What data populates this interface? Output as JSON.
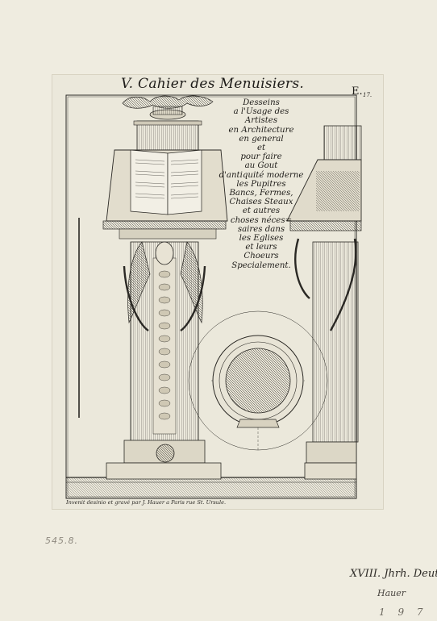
{
  "plate": {
    "title": "V. Cahier des Menuisiers.",
    "plate_letter": "E.",
    "plate_number": "17.",
    "lettering": [
      "Desseins",
      "a l'Usage des",
      "Artistes",
      "en Architecture",
      "en general",
      "et",
      "pour faire",
      "au Gout",
      "d'antiquité moderne",
      "les Pupitres",
      "Bancs, Fermes,",
      "Chaises Steaux",
      "et autres",
      "choses néces=",
      "saires dans",
      "les Eglises",
      "et leurs",
      "Choeurs",
      "Specialement."
    ],
    "credit": "Invenit desinio et gravé par J. Hauer a Paris rue St. Ursule."
  },
  "annotations": {
    "pencil_number": "545.8.",
    "inscription_line1": "XVIII. Jhrh. Deutsch",
    "inscription_line2": "Hauer",
    "inscription_line3": "1 9 7"
  },
  "colors": {
    "paper": "#efece0",
    "plate": "#ebe8db",
    "ink": "#2a2824"
  }
}
